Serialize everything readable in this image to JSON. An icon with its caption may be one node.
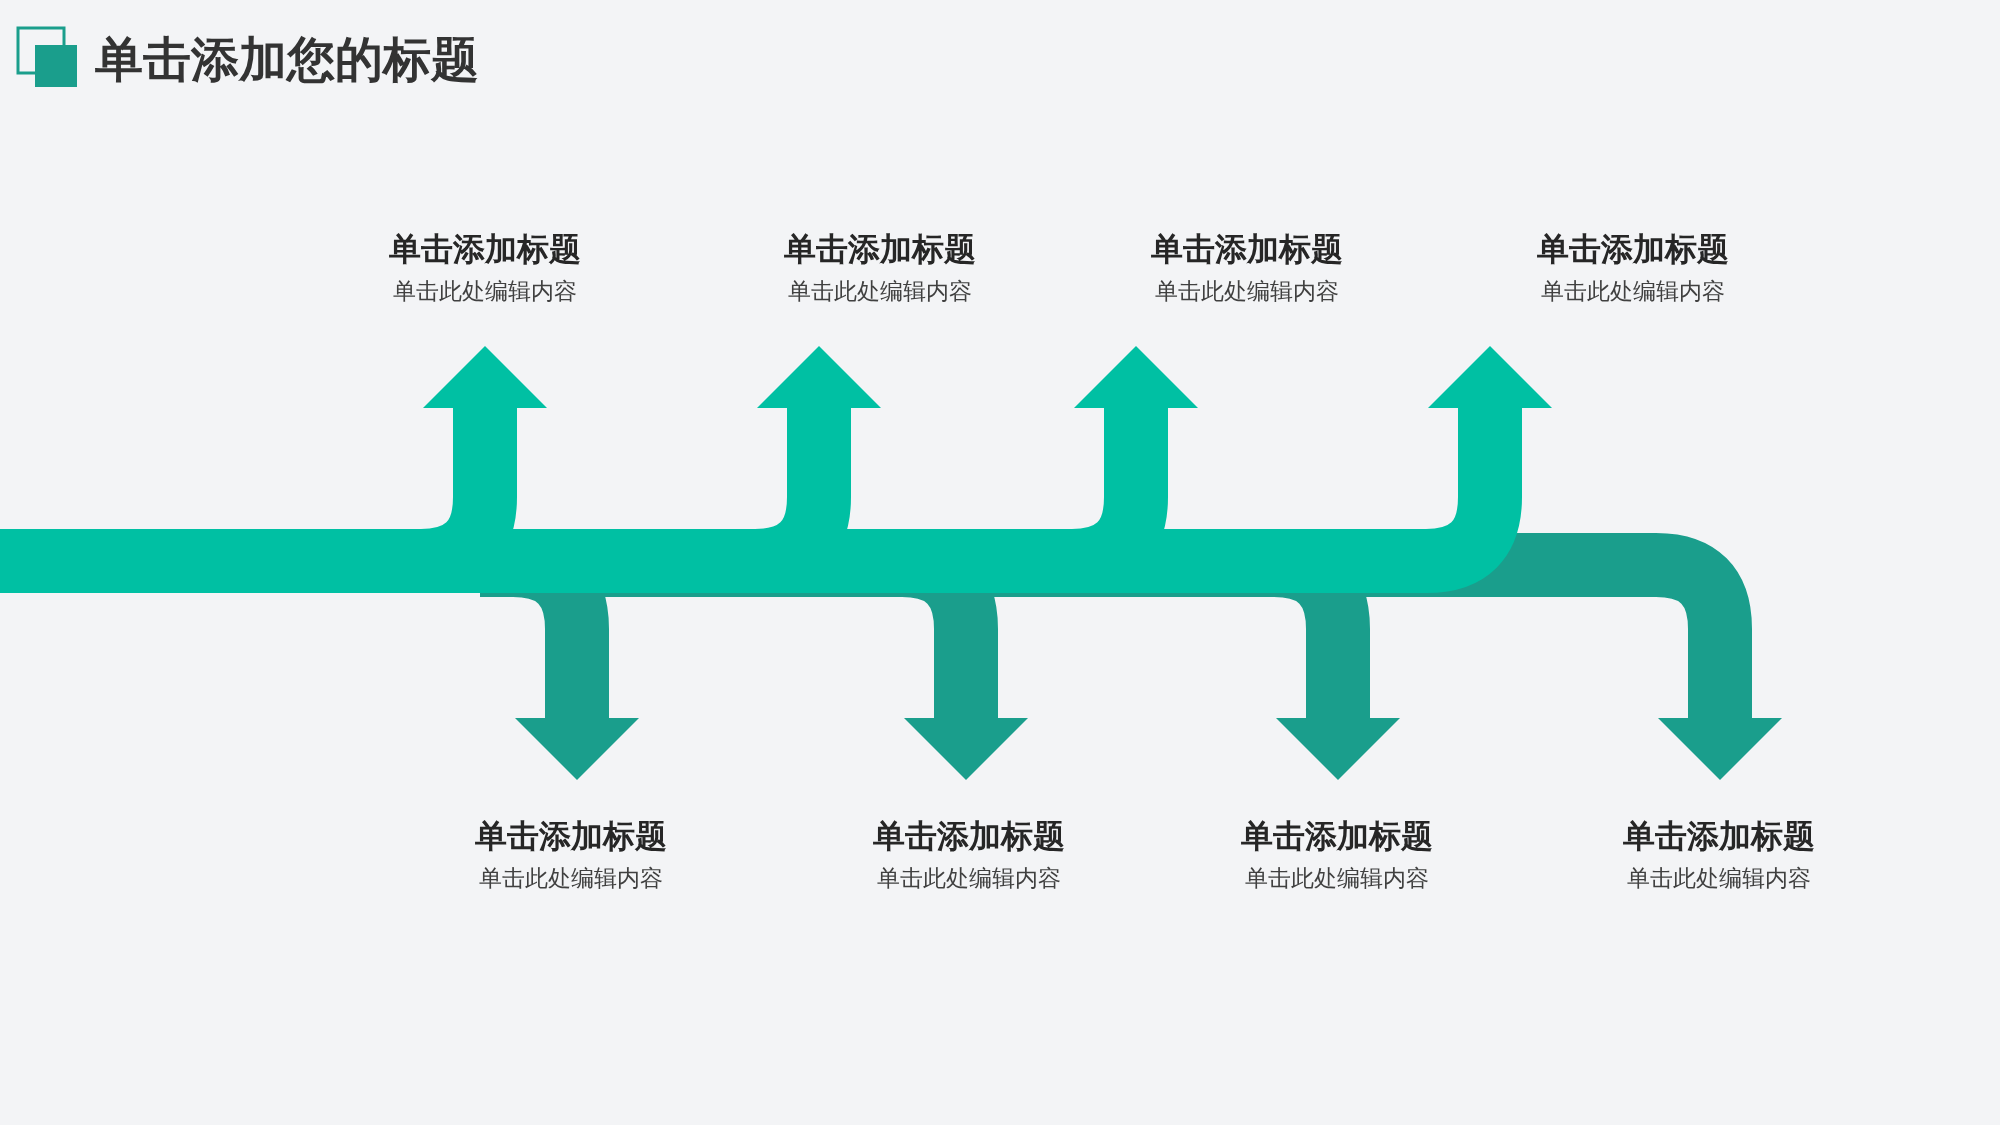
{
  "diagram": {
    "title": "单击添加您的标题",
    "nodes": [
      {
        "text": [
          "单击添加标题",
          "单击此处编辑内容"
        ]
      },
      {
        "text": [
          "单击添加标题",
          "单击此处编辑内容"
        ]
      },
      {
        "text": [
          "单击添加标题",
          "单击此处编辑内容"
        ]
      },
      {
        "text": [
          "单击添加标题",
          "单击此处编辑内容"
        ]
      },
      {
        "text": [
          "单击添加标题",
          "单击此处编辑内容"
        ]
      },
      {
        "text": [
          "单击添加标题",
          "单击此处编辑内容"
        ]
      },
      {
        "text": [
          "单击添加标题",
          "单击此处编辑内容"
        ]
      },
      {
        "text": [
          "单击添加标题",
          "单击此处编辑内容"
        ]
      }
    ],
    "edges": [
      {
        "from": null,
        "to": 0,
        "arrow": "to"
      },
      {
        "from": null,
        "to": 1,
        "arrow": "to"
      },
      {
        "from": null,
        "to": 2,
        "arrow": "to"
      },
      {
        "from": null,
        "to": 3,
        "arrow": "to"
      },
      {
        "from": null,
        "to": 4,
        "arrow": "to",
        "color": "#1a9e8c"
      },
      {
        "from": null,
        "to": 5,
        "arrow": "to",
        "color": "#1a9e8c"
      },
      {
        "from": null,
        "to": 6,
        "arrow": "to",
        "color": "#1a9e8c"
      },
      {
        "from": null,
        "to": 7,
        "arrow": "to",
        "color": "#1a9e8c"
      }
    ]
  }
}
